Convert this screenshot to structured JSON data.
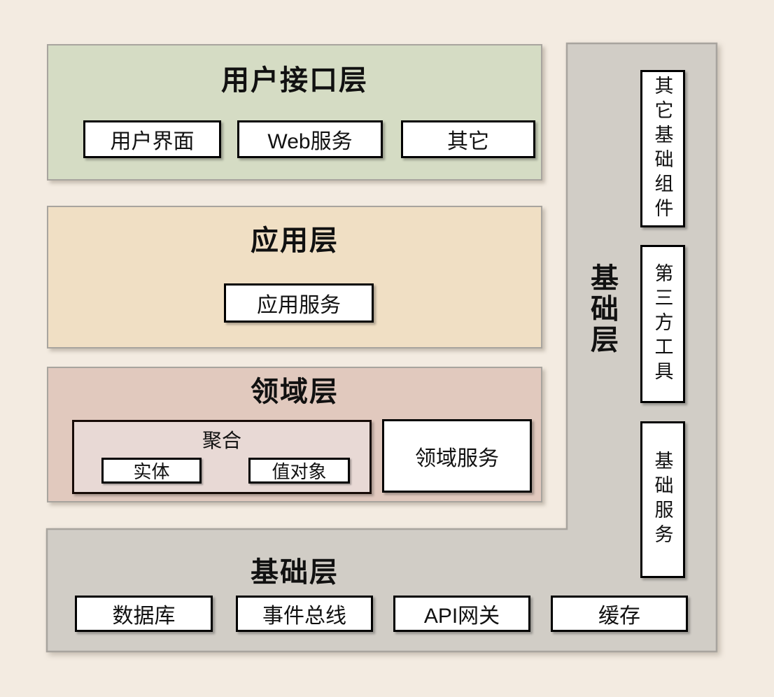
{
  "diagram": {
    "ui_layer": {
      "title": "用户接口层",
      "boxes": [
        "用户界面",
        "Web服务",
        "其它"
      ]
    },
    "app_layer": {
      "title": "应用层",
      "boxes": [
        "应用服务"
      ]
    },
    "domain_layer": {
      "title": "领域层",
      "aggregate": {
        "label": "聚合",
        "boxes": [
          "实体",
          "值对象"
        ]
      },
      "service_box": "领域服务"
    },
    "infra_layer": {
      "side_title": "基础层",
      "bottom_title": "基础层",
      "side_boxes": [
        "其它基础组件",
        "第三方工具",
        "基础服务"
      ],
      "bottom_boxes": [
        "数据库",
        "事件总线",
        "API网关",
        "缓存"
      ]
    },
    "colors": {
      "background": "#f3ebe1",
      "ui_layer_fill": "#d5dcc4",
      "app_layer_fill": "#f0dfc4",
      "domain_layer_fill": "#e1c9be",
      "aggregate_fill": "#e8d9d5",
      "infra_layer_fill": "#d1cdc6",
      "layer_border": "#a8a49e",
      "box_border": "#000000",
      "text": "#111111"
    }
  }
}
